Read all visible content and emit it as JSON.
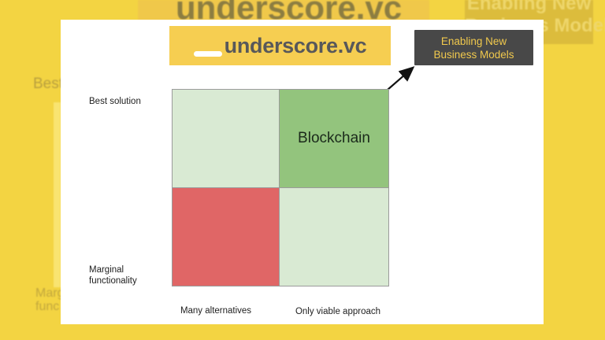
{
  "background": {
    "scaled_logo_text": "underscore.vc",
    "scaled_callout_line1": "Enabling New",
    "scaled_callout_line2": "Business Models",
    "scaled_y_top_fragment": "Best",
    "scaled_y_bottom_fragment_line1": "Marg",
    "scaled_y_bottom_fragment_line2": "func"
  },
  "slide": {
    "logo_badge": {
      "text": "underscore.vc"
    },
    "callout_badge": {
      "line1": "Enabling New",
      "line2": "Business Models"
    },
    "matrix": {
      "y_axis_top_label": "Best solution",
      "y_axis_bottom_label_line1": "Marginal",
      "y_axis_bottom_label_line2": "functionality",
      "x_axis_left_label": "Many alternatives",
      "x_axis_right_label": "Only viable approach",
      "cells": {
        "top_left": {
          "label": "",
          "color": "#d9ead3"
        },
        "top_right": {
          "label": "Blockchain",
          "color": "#93c47d"
        },
        "bottom_left": {
          "label": "",
          "color": "#e06666"
        },
        "bottom_right": {
          "label": "",
          "color": "#d9ead3"
        }
      }
    }
  },
  "colors": {
    "background_yellow": "#f3d442",
    "bg_logo_box_yellow": "#f0c84a",
    "bg_callout_mustard": "#dcbc3c",
    "logo_badge_yellow": "#f6ce51",
    "logo_text_gray": "#58585a",
    "callout_dark": "#484848",
    "callout_text_yellow": "#f1c94d",
    "cell_light_green": "#d9ead3",
    "cell_strong_green": "#93c47d",
    "cell_red": "#e06666",
    "grid_line_gray": "#9b9b9b",
    "arrow_black": "#111111"
  }
}
